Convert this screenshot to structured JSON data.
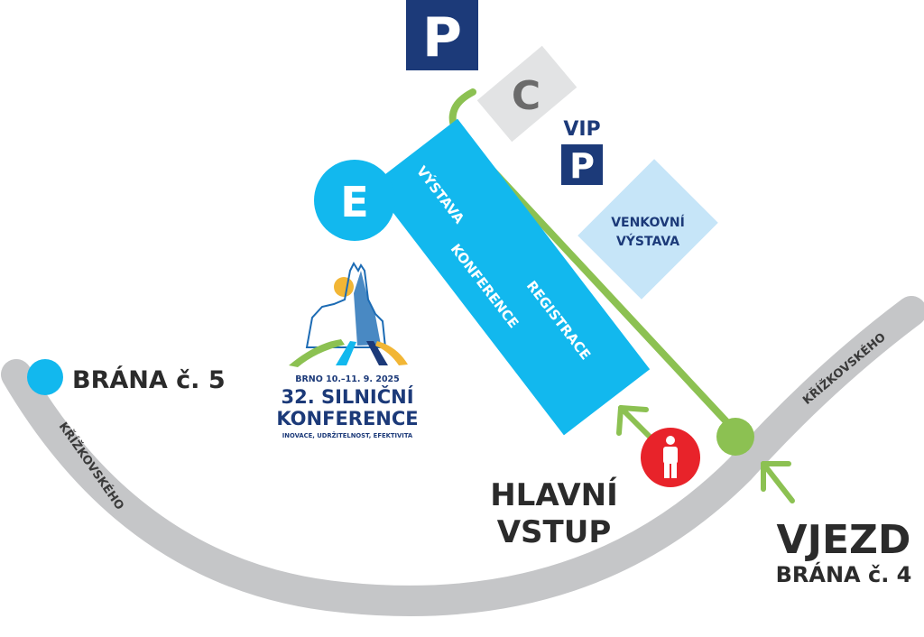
{
  "parking": {
    "label": "P"
  },
  "zone_c": {
    "label": "C"
  },
  "vip_parking": {
    "vip_label": "VIP",
    "p_label": "P"
  },
  "outdoor_exhibition": {
    "line1": "VENKOVNÍ",
    "line2": "VÝSTAVA"
  },
  "hall_e": {
    "label": "E"
  },
  "main_building": {
    "label1": "VÝSTAVA",
    "label2": "KONFERENCE",
    "label3": "REGISTRACE"
  },
  "gate5": {
    "label": "BRÁNA č. 5"
  },
  "street_left": {
    "label": "KŘÍŽKOVSKÉHO"
  },
  "street_right": {
    "label": "KŘÍŽKOVSKÉHO"
  },
  "main_entrance": {
    "line1": "HLAVNÍ",
    "line2": "VSTUP"
  },
  "gate4": {
    "line1": "VJEZD",
    "line2": "BRÁNA č. 4"
  },
  "conference_logo": {
    "dates": "BRNO 10.–11. 9. 2025",
    "title1": "32. SILNIČNÍ",
    "title2": "KONFERENCE",
    "tagline": "INOVACE, UDRŽITELNOST, EFEKTIVITA"
  },
  "colors": {
    "navy": "#1c3a79",
    "cyan": "#12b8ee",
    "light_blue": "#c6e5f8",
    "road_gray": "#c5c6c8",
    "zone_gray": "#e2e3e4",
    "green": "#8cc152",
    "red": "#e8232a",
    "dark_text": "#2b2b2b"
  }
}
